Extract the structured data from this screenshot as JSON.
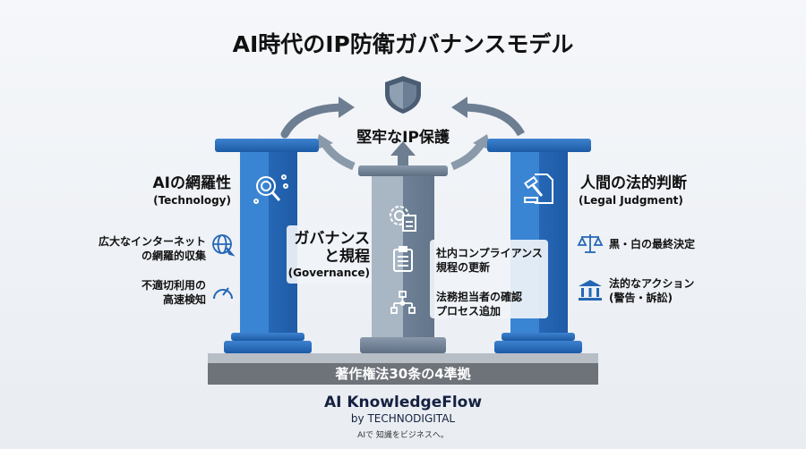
{
  "title": "AI時代のIP防衛ガバナンスモデル",
  "goal": {
    "label": "堅牢なIP保護",
    "icon": "shield-icon"
  },
  "left_pillar": {
    "title": "AIの網羅性",
    "subtitle": "(Technology)",
    "icon": "ai-magnifier-icon",
    "items": [
      {
        "line1": "広大なインターネット",
        "line2": "の網羅的収集",
        "icon": "globe-cursor-icon"
      },
      {
        "line1": "不適切利用の",
        "line2": "高速検知",
        "icon": "speedometer-icon"
      }
    ]
  },
  "center_pillar": {
    "title1": "ガバナンス",
    "title2": "と規程",
    "subtitle": "(Governance)",
    "icon": "gear-document-icon",
    "items": [
      {
        "line1": "社内コンプライアンス",
        "line2": "規程の更新",
        "icon": "clipboard-checklist-icon"
      },
      {
        "line1": "法務担当者の確認",
        "line2": "プロセス追加",
        "icon": "flowchart-icon"
      }
    ]
  },
  "right_pillar": {
    "title": "人間の法的判断",
    "subtitle": "(Legal Judgment)",
    "icon": "gavel-document-icon",
    "items": [
      {
        "line1": "黒・白の最終決定",
        "icon": "scales-icon"
      },
      {
        "line1": "法的なアクション",
        "line2": "(警告・訴訟)",
        "icon": "courthouse-icon"
      }
    ]
  },
  "foundation": "著作権法30条の4準拠",
  "footer": {
    "brand": "AI KnowledgeFlow",
    "by": "by TECHNODIGITAL",
    "tagline": "AIで 知識をビジネスへ。"
  },
  "colors": {
    "blue": "#2567b5",
    "gray": "#6e8196",
    "platform": "#6e737a",
    "navy": "#152140"
  }
}
